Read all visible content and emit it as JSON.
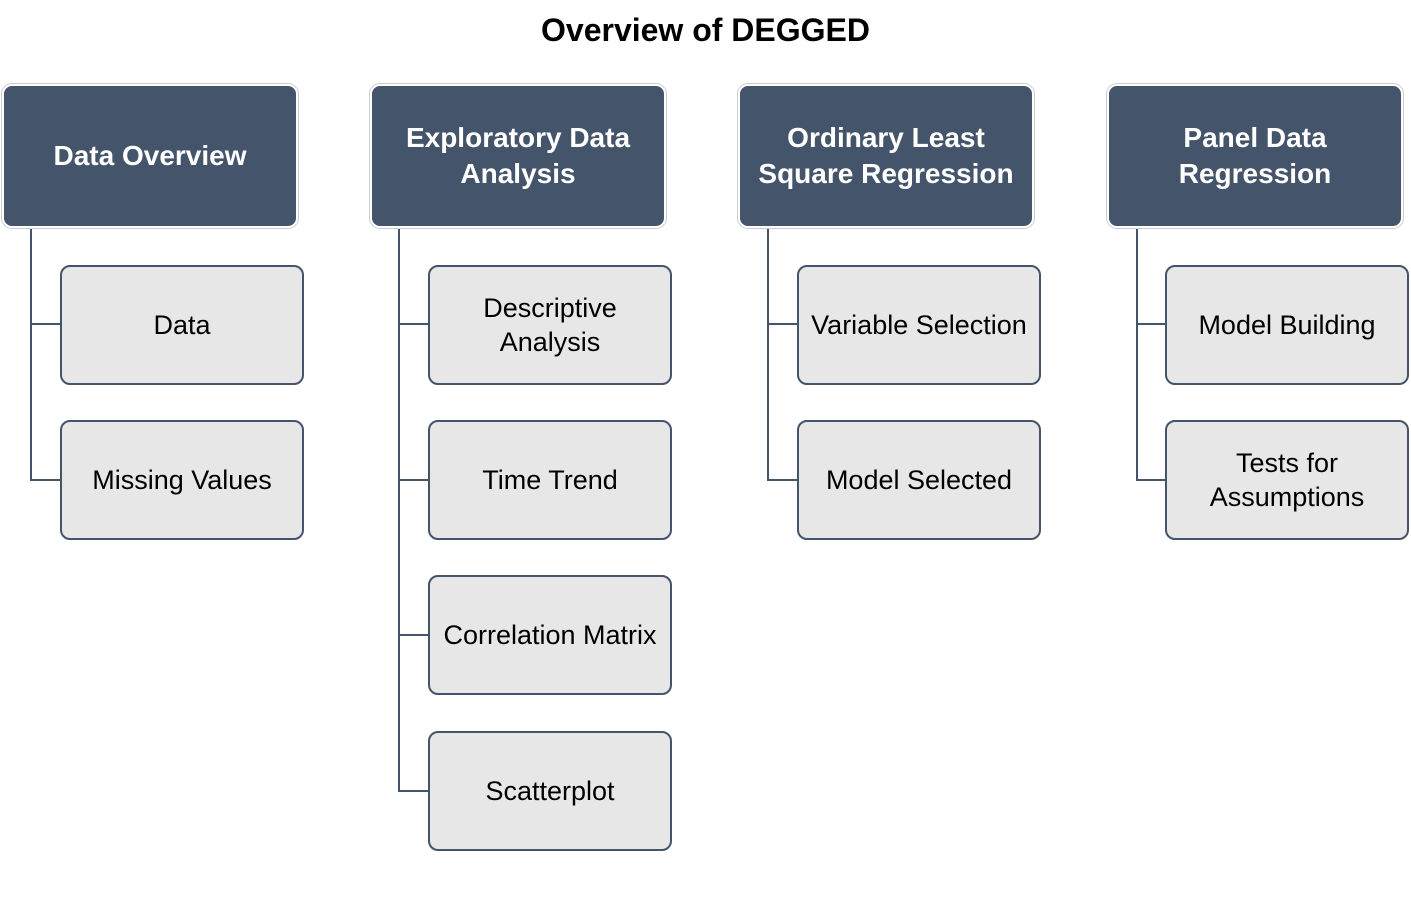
{
  "title": "Overview of DEGGED",
  "columns": [
    {
      "heading": "Data Overview",
      "items": [
        "Data",
        "Missing Values"
      ]
    },
    {
      "heading": "Exploratory Data Analysis",
      "items": [
        "Descriptive Analysis",
        "Time Trend",
        "Correlation Matrix",
        "Scatterplot"
      ]
    },
    {
      "heading": "Ordinary Least Square Regression",
      "items": [
        "Variable Selection",
        "Model Selected"
      ]
    },
    {
      "heading": "Panel Data Regression",
      "items": [
        "Model Building",
        "Tests for Assumptions"
      ]
    }
  ],
  "colors": {
    "heading_fill": "#44546a",
    "item_fill": "#e7e7e7",
    "connector": "#44546a"
  }
}
